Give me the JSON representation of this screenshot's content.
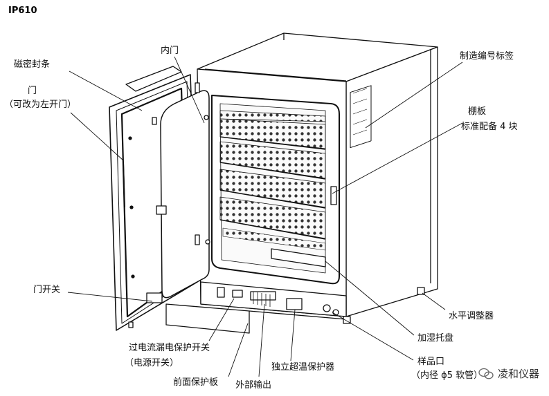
{
  "model": "IP610",
  "labels": {
    "magnetic_seal": "磁密封条",
    "inner_door": "内门",
    "door": "门",
    "door_note": "（可改为左开门）",
    "serial_label": "制造编号标签",
    "shelf": "棚板",
    "shelf_note": "标准配备 4 块",
    "door_switch": "门开关",
    "leveling_foot": "水平调整器",
    "humidifying_tray": "加湿托盘",
    "sample_port": "样品口",
    "sample_port_note": "（内径 ϕ5 软管）",
    "breaker": "过电流漏电保护开关",
    "breaker_note": "（电源开关）",
    "front_panel": "前面保护板",
    "external_output": "外部输出",
    "overheat_protector": "独立超温保护器"
  },
  "watermark": "凌和仪器"
}
